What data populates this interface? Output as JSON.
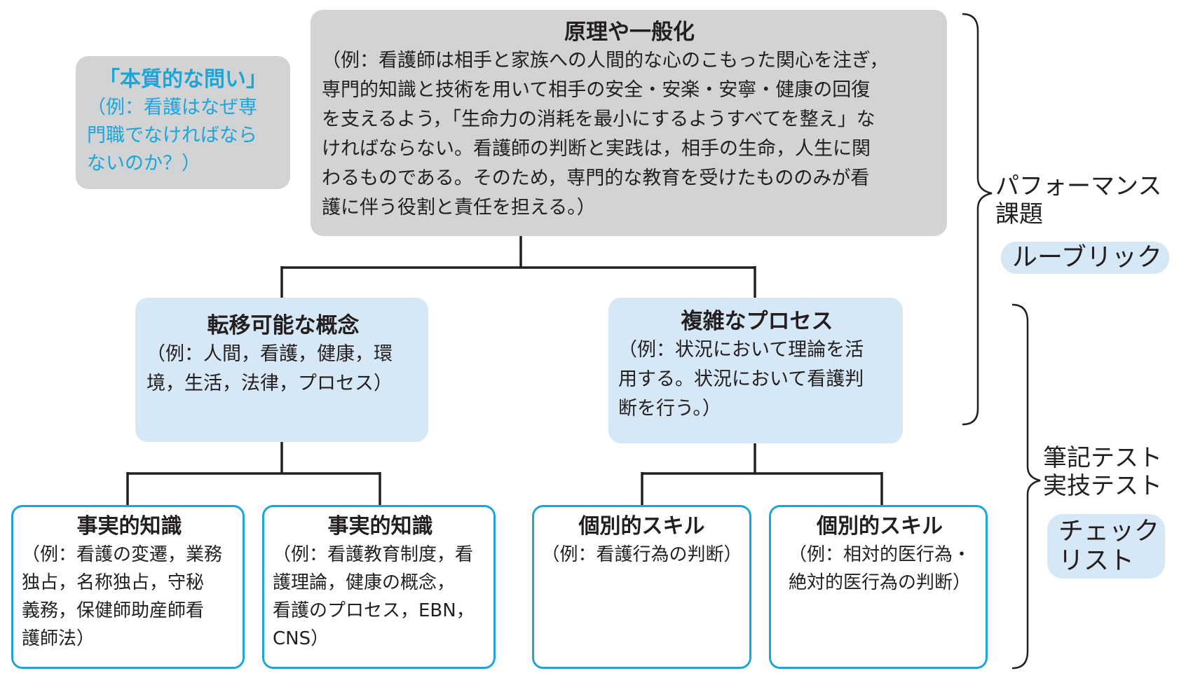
{
  "colors": {
    "gray_box": "#d2d3d4",
    "blue_box": "#d6e7f5",
    "cyan_border": "#1ea5d8",
    "essential_question_text": "#1ea5d8",
    "line": "#231f20"
  },
  "essential_question": {
    "title": "「本質的な問い」",
    "example": "（例：看護はなぜ専\n門職でなければなら\nないのか？）"
  },
  "principles": {
    "title": "原理や一般化",
    "example": "（例：看護師は相手と家族への人間的な心のこもった関心を注ぎ，\n専門的知識と技術を用いて相手の安全・安楽・安寧・健康の回復\nを支えるよう，「生命力の消耗を最小にするようすべてを整え」な\nければならない。看護師の判断と実践は，相手の生命，人生に関\nわるものである。そのため，専門的な教育を受けたもののみが看\n護に伴う役割と責任を担える。）"
  },
  "transferable_concepts": {
    "title": "転移可能な概念",
    "example": "（例：人間，看護，健康，環\n境，生活，法律，プロセス）"
  },
  "complex_processes": {
    "title": "複雑なプロセス",
    "example": "（例：状況において理論を活\n用する。状況において看護判\n断を行う。）"
  },
  "facts_1": {
    "title": "事実的知識",
    "example": "（例：看護の変遷，業務\n独占，名称独占，守秘\n義務，保健師助産師看\n護師法）"
  },
  "facts_2": {
    "title": "事実的知識",
    "example": "（例：看護教育制度，看\n護理論，健康の概念，\n看護のプロセス，EBN，\nCNS）"
  },
  "skills_1": {
    "title": "個別的スキル",
    "example": "（例：看護行為の判断）"
  },
  "skills_2": {
    "title": "個別的スキル",
    "example": "（例：相対的医行為・\n絶対的医行為の判断）"
  },
  "assessment_upper": {
    "label": "パフォーマンス\n課題",
    "pill": "ルーブリック"
  },
  "assessment_lower": {
    "label": "筆記テスト\n実技テスト",
    "pill": "チェック\nリスト"
  }
}
